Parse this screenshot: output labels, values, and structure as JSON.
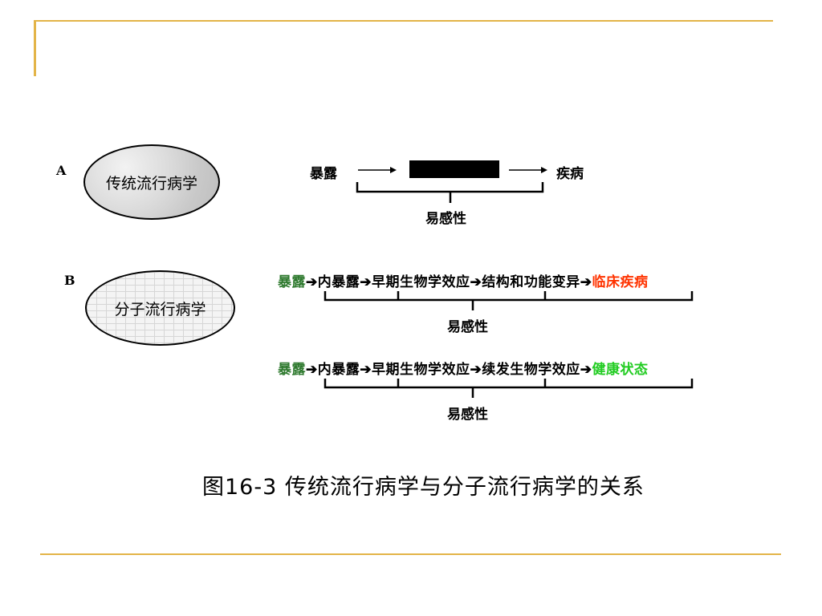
{
  "panel_a": {
    "label": "A",
    "ellipse_text": "传统流行病学",
    "exposure": "暴露",
    "disease": "疾病",
    "susceptibility": "易感性"
  },
  "panel_b": {
    "label": "B",
    "ellipse_text": "分子流行病学",
    "chain1": {
      "exposure": "暴露",
      "step1": "内暴露",
      "step2": "早期生物学效应",
      "step3": "结构和功能变异",
      "outcome": "临床疾病",
      "susceptibility": "易感性"
    },
    "chain2": {
      "exposure": "暴露",
      "step1": "内暴露",
      "step2": "早期生物学效应",
      "step3": "续发生物学效应",
      "outcome": "健康状态",
      "susceptibility": "易感性"
    }
  },
  "caption": "图16-3 传统流行病学与分子流行病学的关系",
  "arrow_glyph": "➔",
  "colors": {
    "accent_line": "#e3b448",
    "exposure_green": "#2f7a2f",
    "disease_red": "#ff3300",
    "health_green": "#22cc22"
  }
}
